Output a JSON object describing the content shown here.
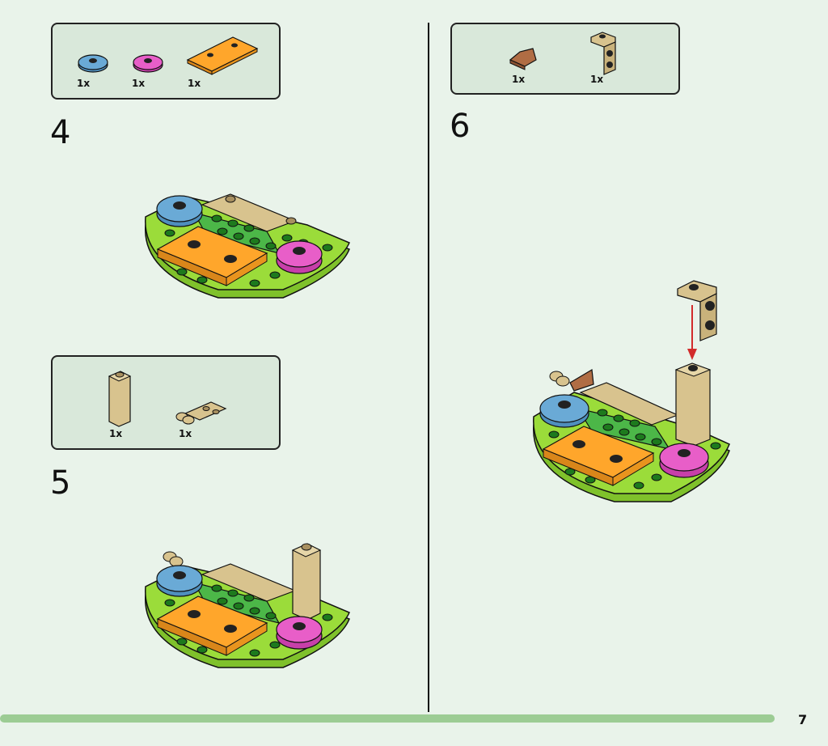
{
  "steps": [
    {
      "number": "4",
      "parts": [
        {
          "name": "blue round tile",
          "qty": "1x",
          "color": "#6aaad6"
        },
        {
          "name": "pink round tile",
          "qty": "1x",
          "color": "#e85ec8"
        },
        {
          "name": "orange plate 2x4",
          "qty": "1x",
          "color": "#ffa62b"
        }
      ]
    },
    {
      "number": "5",
      "parts": [
        {
          "name": "tan brick 1x1x3",
          "qty": "1x",
          "color": "#d8c38e"
        },
        {
          "name": "tan hinge plate",
          "qty": "1x",
          "color": "#d8c38e"
        }
      ]
    },
    {
      "number": "6",
      "parts": [
        {
          "name": "brown slope",
          "qty": "1x",
          "color": "#b06d44"
        },
        {
          "name": "tan bracket",
          "qty": "1x",
          "color": "#d8c38e"
        }
      ]
    }
  ],
  "colors": {
    "background": "#e9f3ea",
    "box": "#d9e8da",
    "lime": "#9bdc3a",
    "green": "#4cb748",
    "tan": "#d8c38e",
    "arrow": "#d22b2b",
    "footer_bar": "#9ccc94"
  },
  "page_number": "7"
}
